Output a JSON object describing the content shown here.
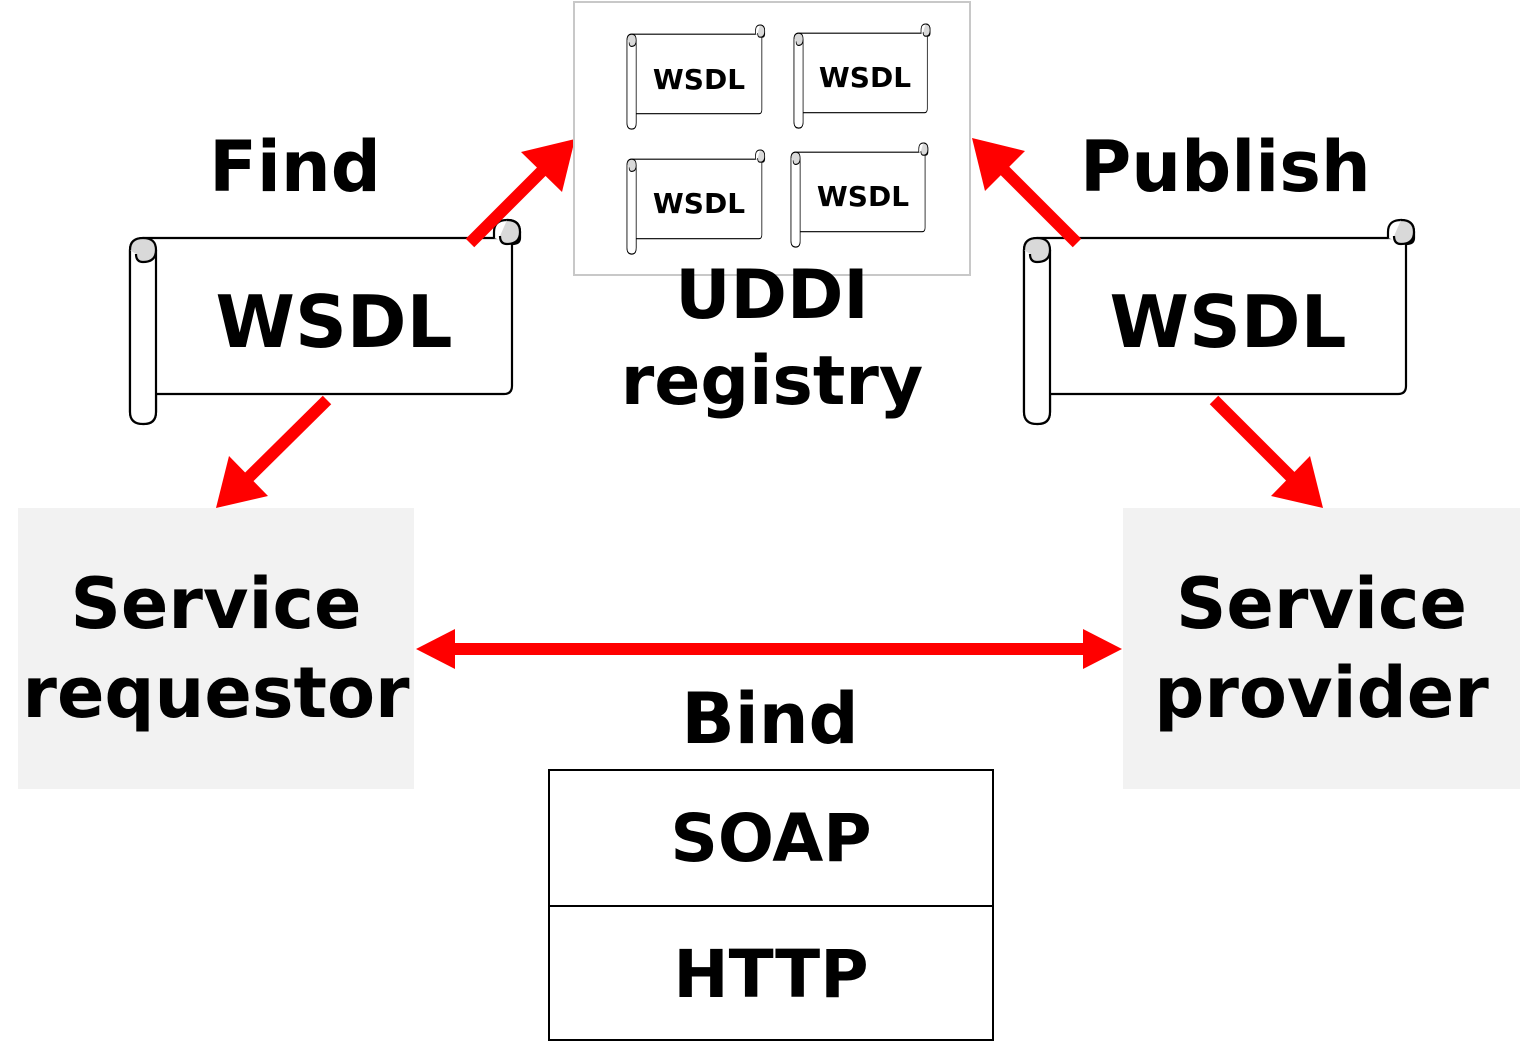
{
  "colors": {
    "arrow": "#ff0000",
    "actor_fill": "#f2f2f2",
    "registry_border": "#c8c8c8",
    "stroke": "#000000",
    "scroll_curl_fill": "#d9d9d9"
  },
  "icons": [
    "scroll-icon",
    "arrow"
  ],
  "registry": {
    "title_line1": "UDDI",
    "title_line2": "registry",
    "documents": [
      "WSDL",
      "WSDL",
      "WSDL",
      "WSDL"
    ]
  },
  "find": {
    "label": "Find",
    "document": "WSDL"
  },
  "publish": {
    "label": "Publish",
    "document": "WSDL"
  },
  "requestor": {
    "line1": "Service",
    "line2": "requestor"
  },
  "provider": {
    "line1": "Service",
    "line2": "provider"
  },
  "bind": {
    "label": "Bind",
    "protocols": [
      "SOAP",
      "HTTP"
    ]
  }
}
